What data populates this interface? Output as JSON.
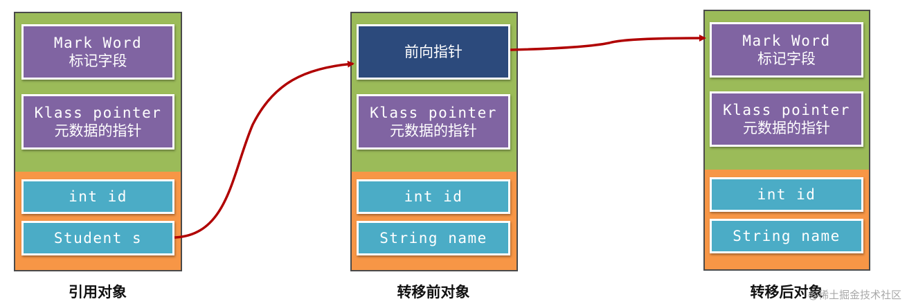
{
  "objects": [
    {
      "caption": "引用对象",
      "header": [
        {
          "lines": [
            "Mark Word",
            "标记字段"
          ],
          "color": "purple"
        },
        {
          "lines": [
            "Klass pointer",
            "元数据的指针"
          ],
          "color": "purple"
        }
      ],
      "fields": [
        "int id",
        "Student s"
      ]
    },
    {
      "caption": "转移前对象",
      "header": [
        {
          "lines": [
            "前向指针"
          ],
          "color": "navy"
        },
        {
          "lines": [
            "Klass pointer",
            "元数据的指针"
          ],
          "color": "purple"
        }
      ],
      "fields": [
        "int id",
        "String name"
      ]
    },
    {
      "caption": "转移后对象",
      "header": [
        {
          "lines": [
            "Mark Word",
            "标记字段"
          ],
          "color": "purple"
        },
        {
          "lines": [
            "Klass pointer",
            "元数据的指针"
          ],
          "color": "purple"
        }
      ],
      "fields": [
        "int id",
        "String name"
      ]
    }
  ],
  "colors": {
    "header_bg": "#9bbb59",
    "body_bg": "#f79646",
    "purple": "#8064a2",
    "navy": "#2c4a7c",
    "teal": "#4bacc6",
    "arrow": "#b00000"
  },
  "watermark": "@稀土掘金技术社区"
}
